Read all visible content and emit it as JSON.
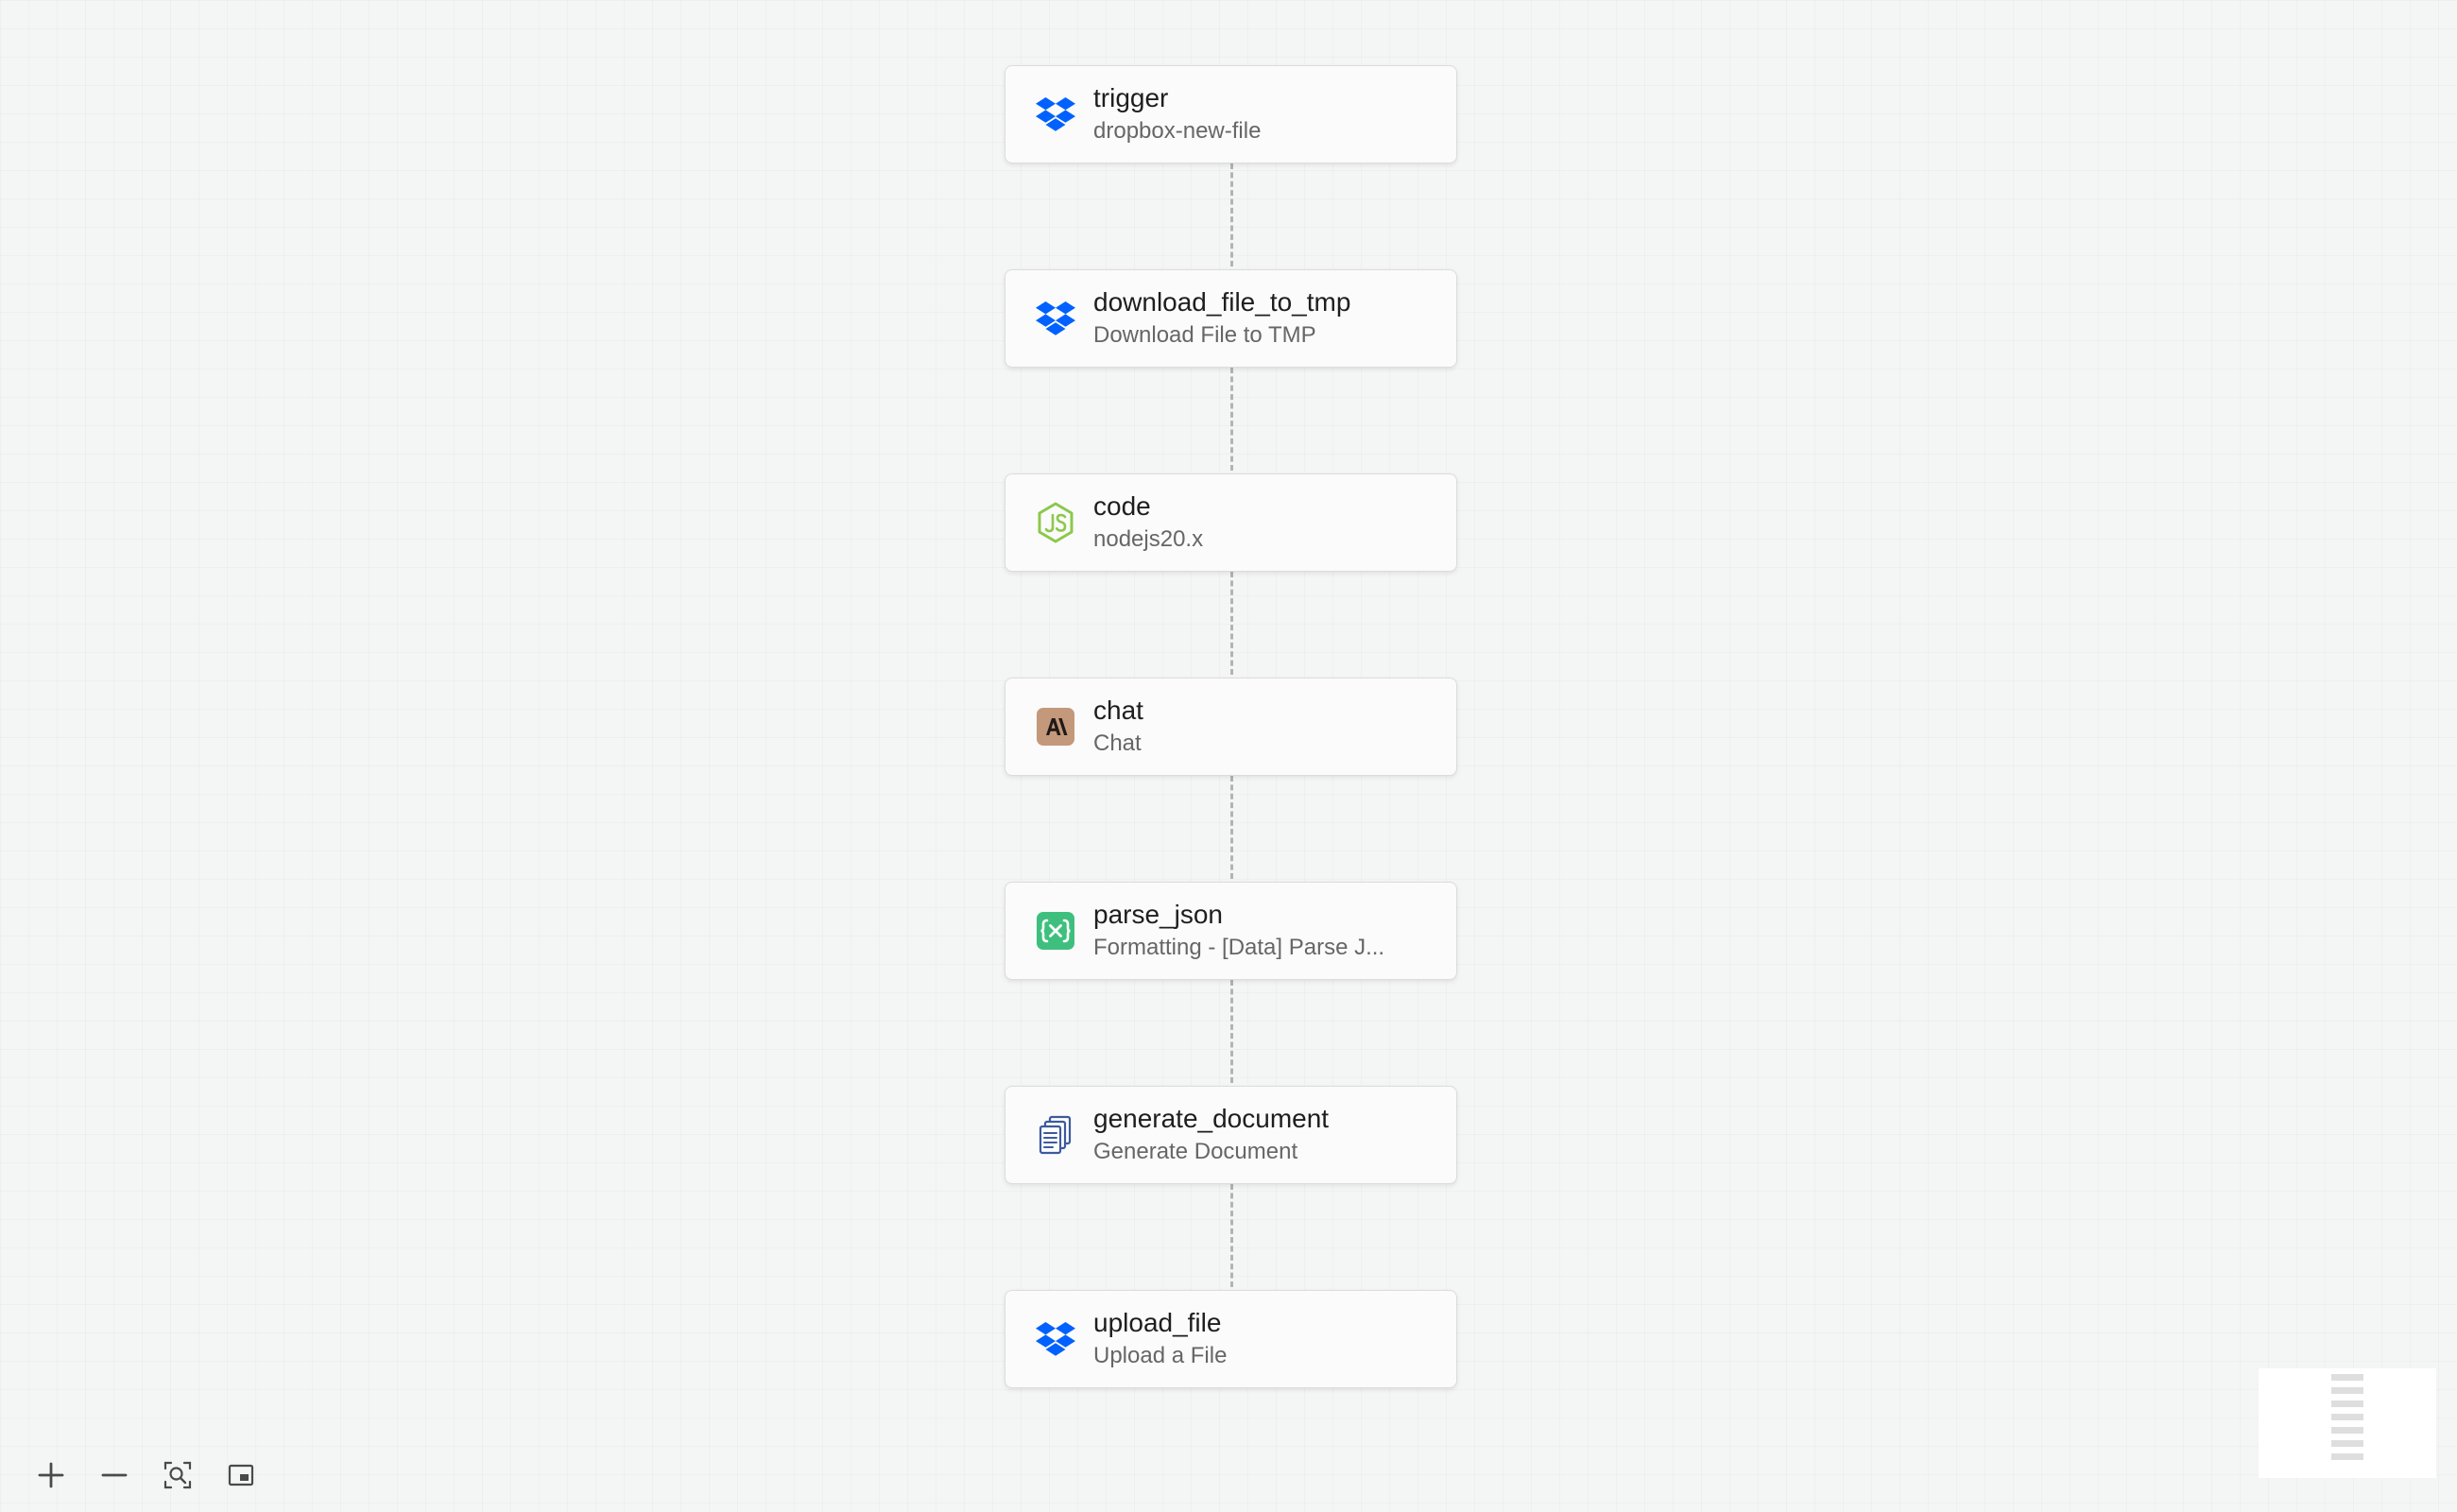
{
  "workflow": {
    "steps": [
      {
        "title": "trigger",
        "subtitle": "dropbox-new-file",
        "icon": "dropbox-icon"
      },
      {
        "title": "download_file_to_tmp",
        "subtitle": "Download File to TMP",
        "icon": "dropbox-icon"
      },
      {
        "title": "code",
        "subtitle": "nodejs20.x",
        "icon": "nodejs-icon"
      },
      {
        "title": "chat",
        "subtitle": "Chat",
        "icon": "anthropic-icon"
      },
      {
        "title": "parse_json",
        "subtitle": "Formatting - [Data] Parse J...",
        "icon": "formatting-variable-icon"
      },
      {
        "title": "generate_document",
        "subtitle": "Generate Document",
        "icon": "document-icon"
      },
      {
        "title": "upload_file",
        "subtitle": "Upload a File",
        "icon": "dropbox-icon"
      }
    ]
  },
  "controls": {
    "zoom_in": "zoom-in-icon",
    "zoom_out": "zoom-out-icon",
    "fit_view": "fit-view-icon",
    "minimap_toggle": "minimap-toggle-icon"
  },
  "colors": {
    "dropbox": "#0061FE",
    "nodejs": "#8CC84B",
    "anthropic": "#C4987A",
    "formatting": "#3EBF7E",
    "document": "#3D5A9E",
    "canvas_background": "#F4F5F5",
    "connector": "#B3B3B3"
  }
}
